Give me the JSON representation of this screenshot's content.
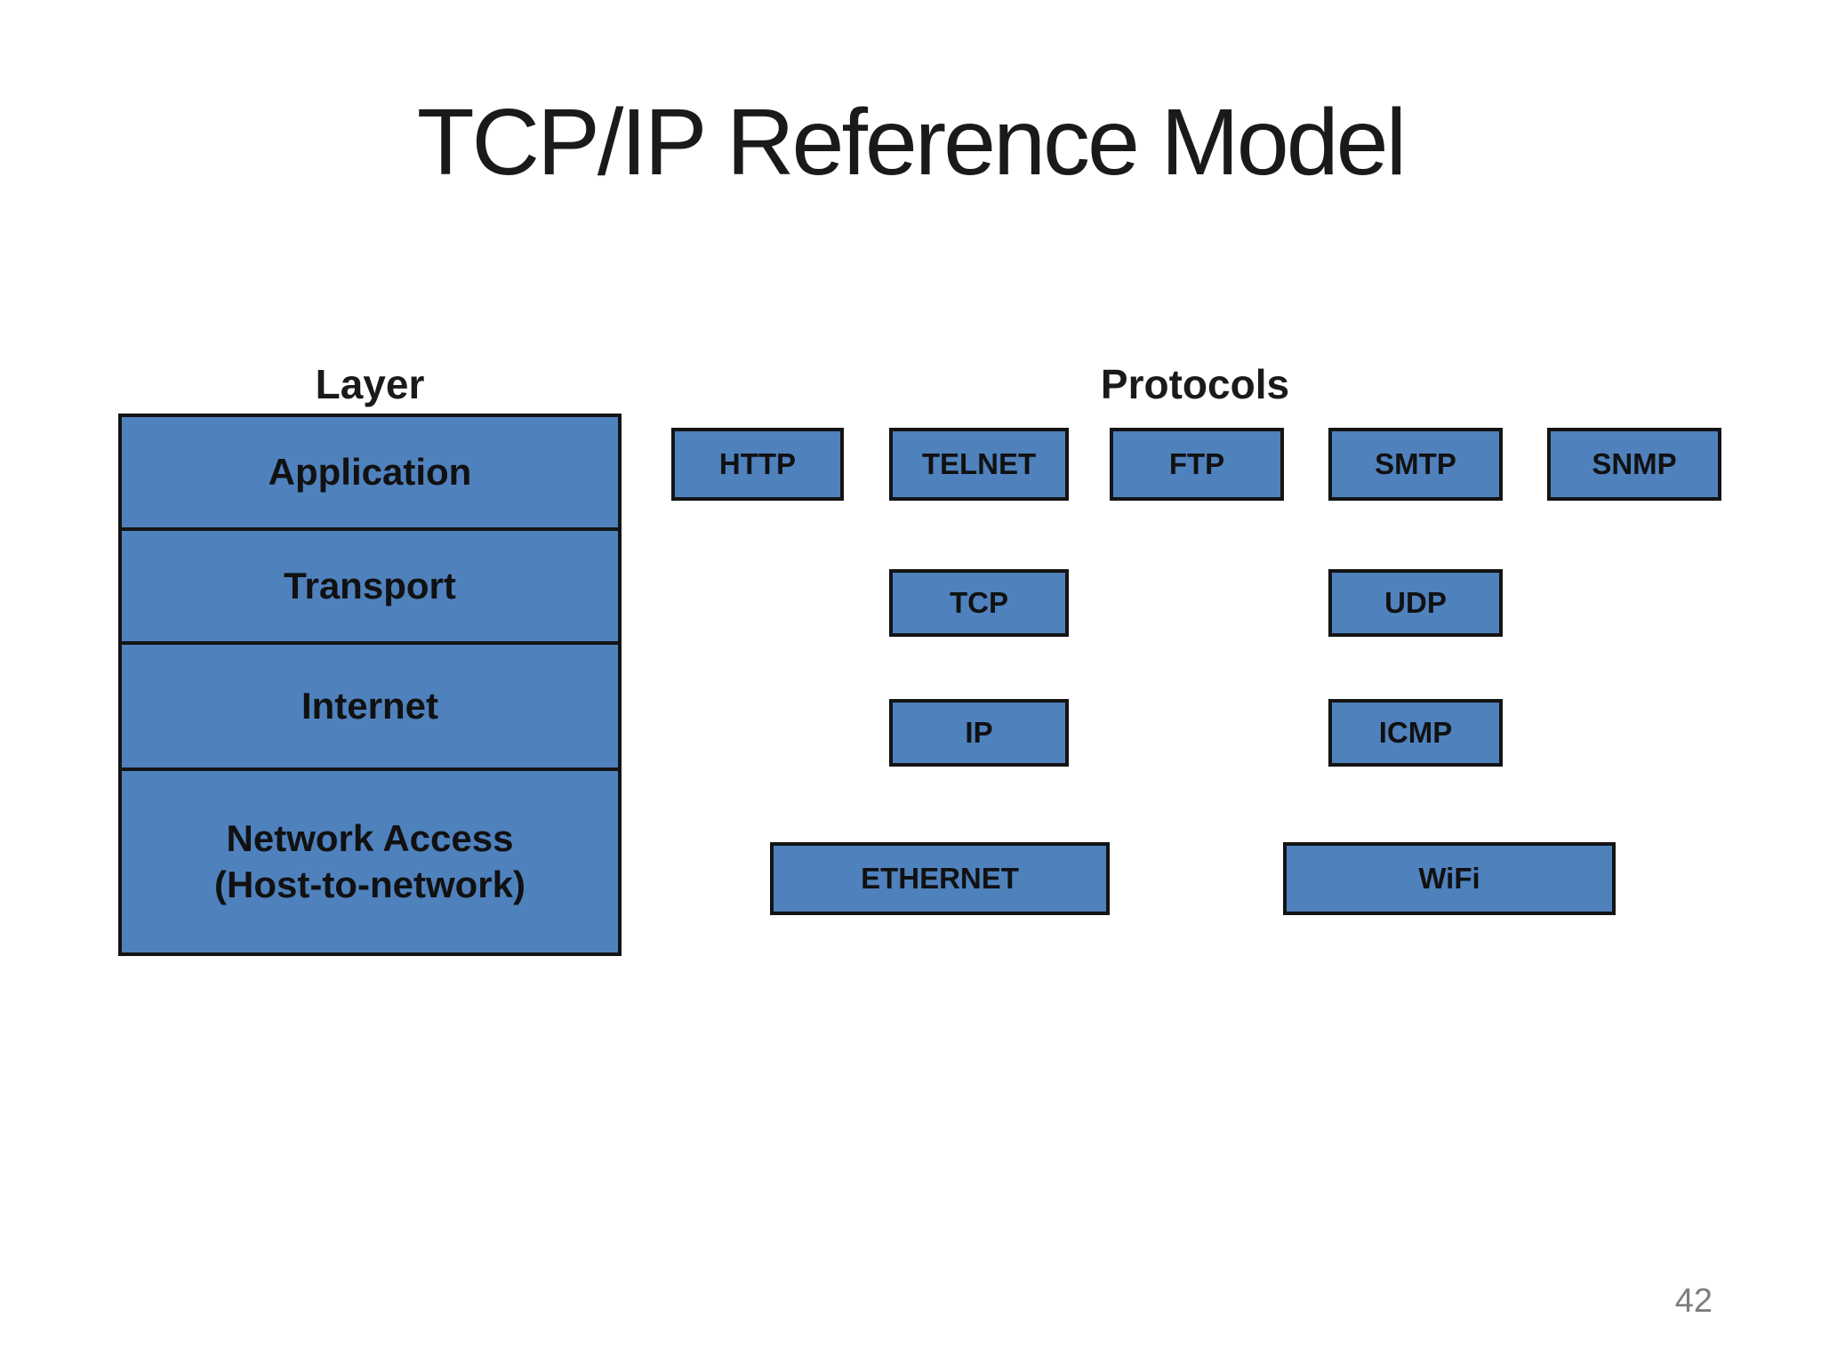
{
  "slide": {
    "title": "TCP/IP Reference Model",
    "page_number": "42",
    "colors": {
      "box_fill": "#4f81bd",
      "box_border": "#141414",
      "text": "#111111",
      "page_number": "#7e7e7e",
      "background": "#ffffff"
    }
  },
  "layers": {
    "heading": "Layer",
    "rows": [
      {
        "label": "Application"
      },
      {
        "label": "Transport"
      },
      {
        "label": "Internet"
      },
      {
        "label": "Network Access",
        "sublabel": "(Host-to-network)"
      }
    ]
  },
  "protocols": {
    "heading": "Protocols",
    "rows": [
      {
        "layer": "Application",
        "items": [
          "HTTP",
          "TELNET",
          "FTP",
          "SMTP",
          "SNMP"
        ]
      },
      {
        "layer": "Transport",
        "items": [
          "TCP",
          "UDP"
        ]
      },
      {
        "layer": "Internet",
        "items": [
          "IP",
          "ICMP"
        ]
      },
      {
        "layer": "Network Access",
        "items": [
          "ETHERNET",
          "WiFi"
        ]
      }
    ]
  }
}
